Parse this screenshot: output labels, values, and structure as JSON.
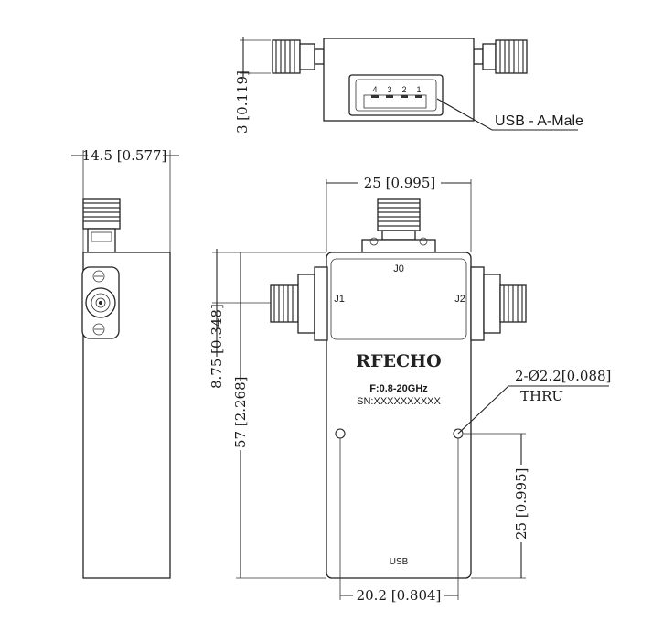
{
  "dimensions": {
    "usb_offset": "3 [0.119]",
    "side_width": "14.5 [0.577]",
    "body_width": "25 [0.995]",
    "port_offset": "8.75 [0.348]",
    "body_length": "57 [2.268]",
    "hole_spacing": "20.2 [0.804]",
    "hole_offset": "25 [0.995]",
    "hole_spec_line1": "2-Ø2.2[0.088]",
    "hole_spec_line2": "THRU"
  },
  "callouts": {
    "usb_connector": "USB - A-Male"
  },
  "usb_pins": [
    "4",
    "3",
    "2",
    "1"
  ],
  "labels": {
    "port_j0": "J0",
    "port_j1": "J1",
    "port_j2": "J2",
    "brand": "RFECHO",
    "frequency": "F:0.8-20GHz",
    "serial": "SN:XXXXXXXXXX",
    "usb_label": "USB"
  }
}
